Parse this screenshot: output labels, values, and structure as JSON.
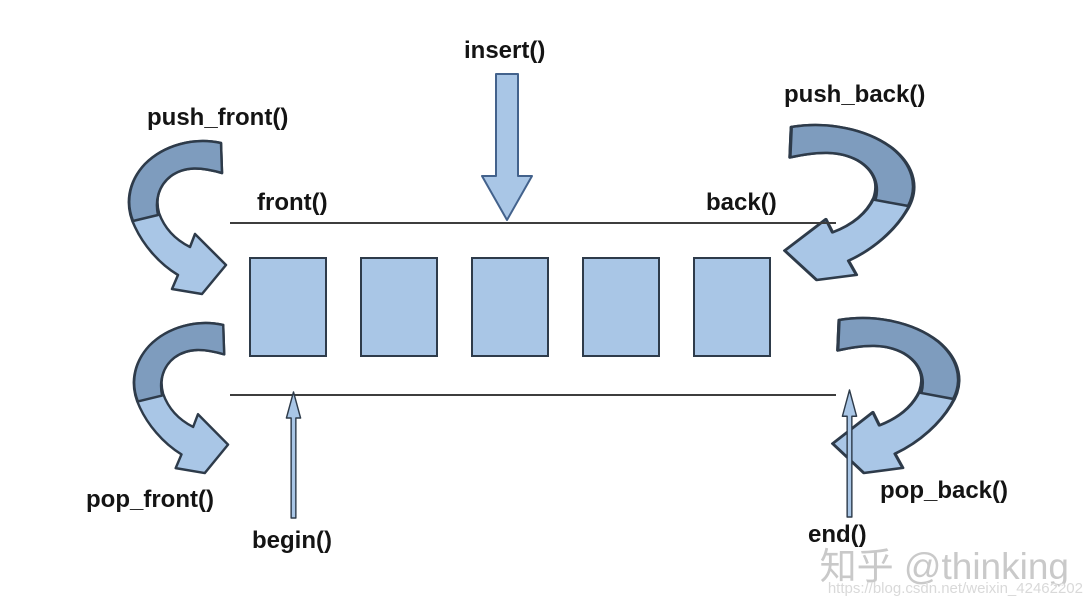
{
  "diagram": {
    "type": "deque-container-operations",
    "operations": {
      "insert": "insert()",
      "push_front": "push_front()",
      "push_back": "push_back()",
      "front": "front()",
      "back": "back()",
      "pop_front": "pop_front()",
      "pop_back": "pop_back()",
      "begin": "begin()",
      "end": "end()"
    },
    "element_count": 5,
    "colors": {
      "fill_light": "#a9c6e6",
      "fill_dark": "#7e9cbe",
      "outline": "#2e3b4a",
      "insert_arrow_outline": "#43628c",
      "line": "#3d3d3d",
      "text": "#141414"
    },
    "icons": {
      "insert_arrow": "block-arrow-down",
      "push_front_arrow": "curved-arrow-down-right",
      "push_back_arrow": "curved-arrow-down-left",
      "pop_front_arrow": "curved-arrow-down-right",
      "pop_back_arrow": "curved-arrow-down-left",
      "begin_arrow": "thin-arrow-up",
      "end_arrow": "thin-arrow-up"
    }
  },
  "watermark": {
    "signature": "知乎 @thinking",
    "url": "https://blog.csdn.net/weixin_42462202"
  }
}
